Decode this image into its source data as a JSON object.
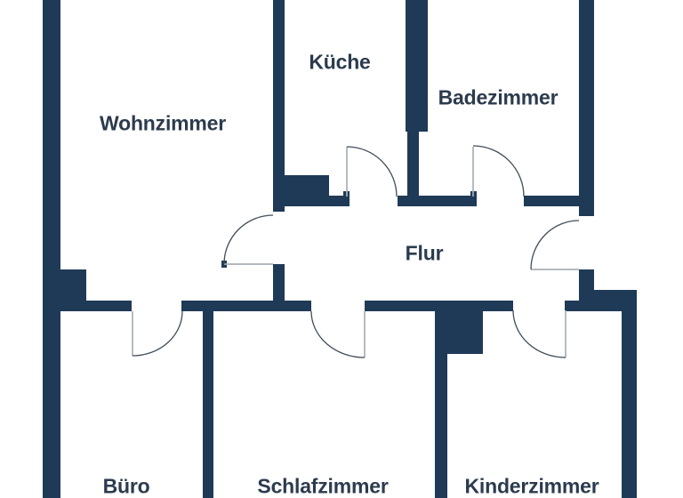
{
  "floorplan": {
    "rooms": [
      {
        "id": "wohnzimmer",
        "label": "Wohnzimmer"
      },
      {
        "id": "kueche",
        "label": "Küche"
      },
      {
        "id": "badezimmer",
        "label": "Badezimmer"
      },
      {
        "id": "flur",
        "label": "Flur"
      },
      {
        "id": "buero",
        "label": "Büro"
      },
      {
        "id": "schlafzimmer",
        "label": "Schlafzimmer"
      },
      {
        "id": "kinderzimmer",
        "label": "Kinderzimmer"
      }
    ],
    "colors": {
      "wall": "#1f3a57",
      "label": "#2c3b4d",
      "background": "#ffffff",
      "door_leaf": "#a8b0b6",
      "door_arc": "#3f4d59"
    }
  }
}
